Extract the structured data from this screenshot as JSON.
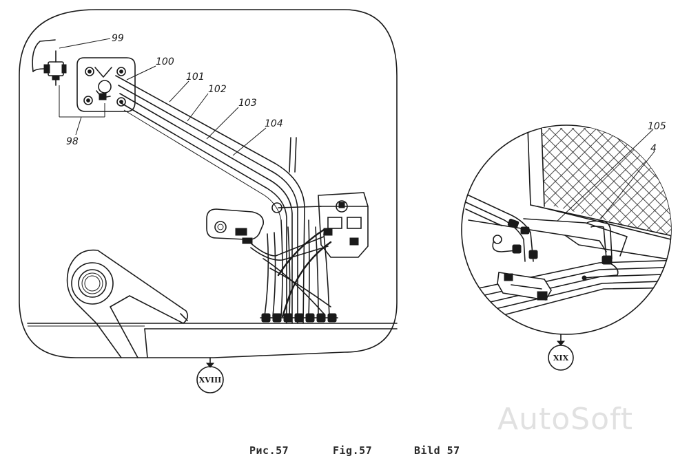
{
  "figure": {
    "callouts": {
      "c98": "98",
      "c99": "99",
      "c100": "100",
      "c101": "101",
      "c102": "102",
      "c103": "103",
      "c104": "104",
      "c105": "105",
      "c4": "4"
    },
    "view_labels": {
      "left": "XVIII",
      "right": "XIX"
    }
  },
  "caption": {
    "ru": "Рис.57",
    "en": "Fig.57",
    "de": "Bild 57"
  },
  "watermark": "AutoSoft"
}
